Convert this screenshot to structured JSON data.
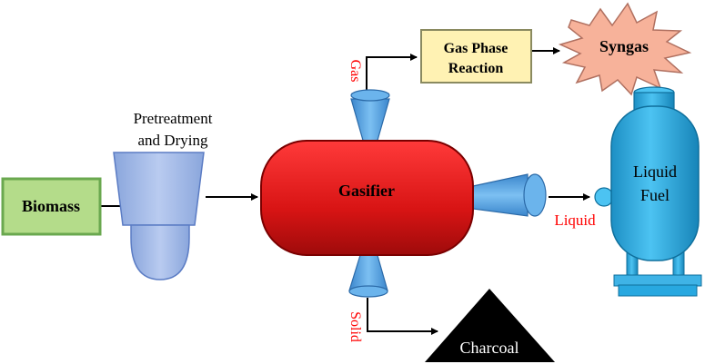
{
  "nodes": {
    "biomass": "Biomass",
    "pretreatment_line1": "Pretreatment",
    "pretreatment_line2": "and Drying",
    "gasifier": "Gasifier",
    "gas_phase_line1": "Gas Phase",
    "gas_phase_line2": "Reaction",
    "syngas": "Syngas",
    "liquid_fuel_line1": "Liquid",
    "liquid_fuel_line2": "Fuel",
    "charcoal": "Charcoal"
  },
  "outlets": {
    "gas": "Gas",
    "liquid": "Liquid",
    "solid": "Solid"
  },
  "colors": {
    "biomass_fill": "#b4dc8a",
    "biomass_border": "#6aa84f",
    "pretreatment_fill": "#9fb7e6",
    "gasifier_fill": "#d81414",
    "nozzle_fill": "#4f9fe0",
    "gas_phase_fill": "#fff2b3",
    "syngas_fill": "#f7b29a",
    "tank_fill": "#28a8e0",
    "charcoal_fill": "#000000",
    "outlet_label": "#ff0000"
  }
}
